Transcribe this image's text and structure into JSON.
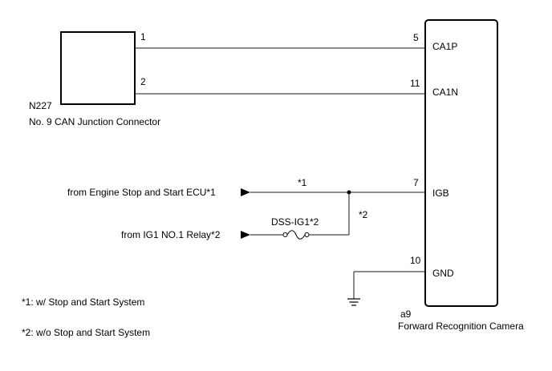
{
  "connector": {
    "ref": "N227",
    "name": "No. 9 CAN Junction Connector",
    "pin1": "1",
    "pin2": "2"
  },
  "camera": {
    "ref": "a9",
    "name": "Forward Recognition Camera",
    "pins": [
      {
        "num": "5",
        "label": "CA1P"
      },
      {
        "num": "11",
        "label": "CA1N"
      },
      {
        "num": "7",
        "label": "IGB"
      },
      {
        "num": "10",
        "label": "GND"
      }
    ]
  },
  "sources": {
    "ecu": "from Engine Stop and Start ECU*1",
    "relay": "from IG1 NO.1 Relay*2"
  },
  "fuse": "DSS-IG1*2",
  "wire_notes": {
    "n1": "*1",
    "n2": "*2"
  },
  "footnotes": [
    "*1: w/ Stop and Start System",
    "*2: w/o Stop and Start System"
  ]
}
